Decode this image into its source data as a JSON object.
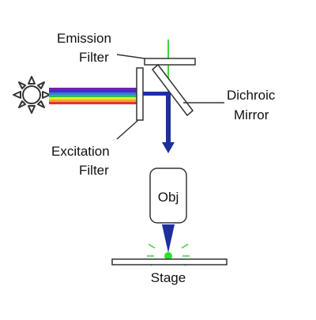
{
  "labels": {
    "emission_filter": [
      "Emission",
      "Filter"
    ],
    "dichroic_mirror": [
      "Dichroic",
      "Mirror"
    ],
    "excitation_filter": [
      "Excitation",
      "Filter"
    ],
    "objective": "Obj",
    "stage": "Stage"
  },
  "colors": {
    "excitation_beam": "#1e2f9e",
    "emission_beam": "#3fd13f",
    "fluorescence_spot": "#2ee02e",
    "outline": "#333333",
    "spectrum": [
      "#7a1fa8",
      "#3a2fd0",
      "#2f7fe0",
      "#2fbf3f",
      "#e8e82f",
      "#f2a23a",
      "#e8312a"
    ]
  },
  "icons": {
    "light_source": "sun-icon"
  }
}
